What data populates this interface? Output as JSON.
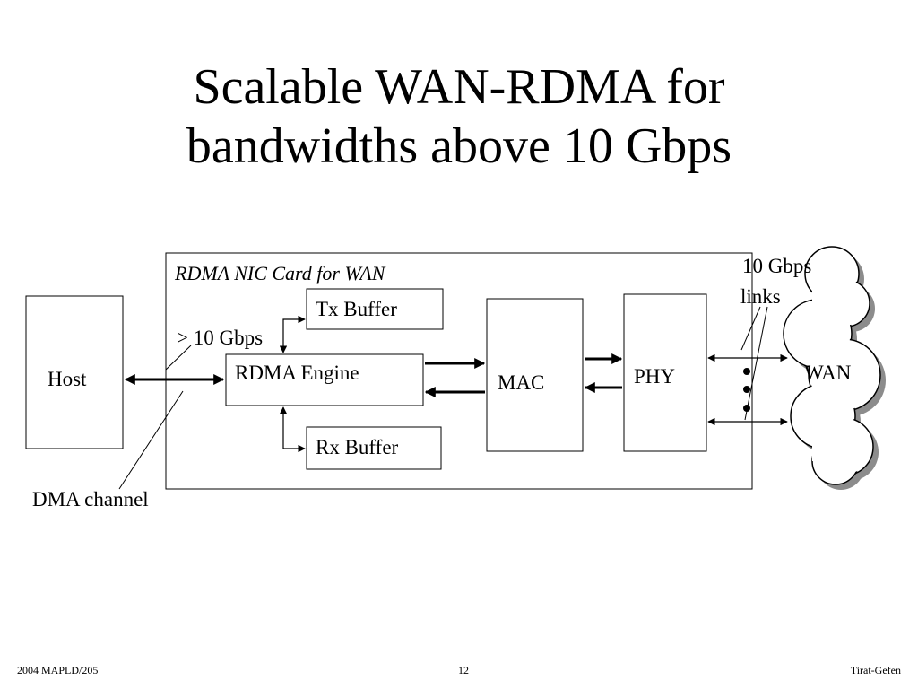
{
  "slide": {
    "title_line1": "Scalable WAN-RDMA for",
    "title_line2": "bandwidths above 10 Gbps"
  },
  "diagram": {
    "card_label": "RDMA NIC Card for WAN",
    "host_label": "Host",
    "tx_buffer_label": "Tx Buffer",
    "rx_buffer_label": "Rx Buffer",
    "rdma_engine_label": "RDMA Engine",
    "mac_label": "MAC",
    "phy_label": "PHY",
    "wan_label": "WAN",
    "bandwidth_label": "> 10 Gbps",
    "links_label_line1": "10 Gbps",
    "links_label_line2": "links",
    "dma_label": "DMA channel"
  },
  "footer": {
    "left": "2004 MAPLD/205",
    "center": "12",
    "right": "Tirat-Gefen"
  }
}
